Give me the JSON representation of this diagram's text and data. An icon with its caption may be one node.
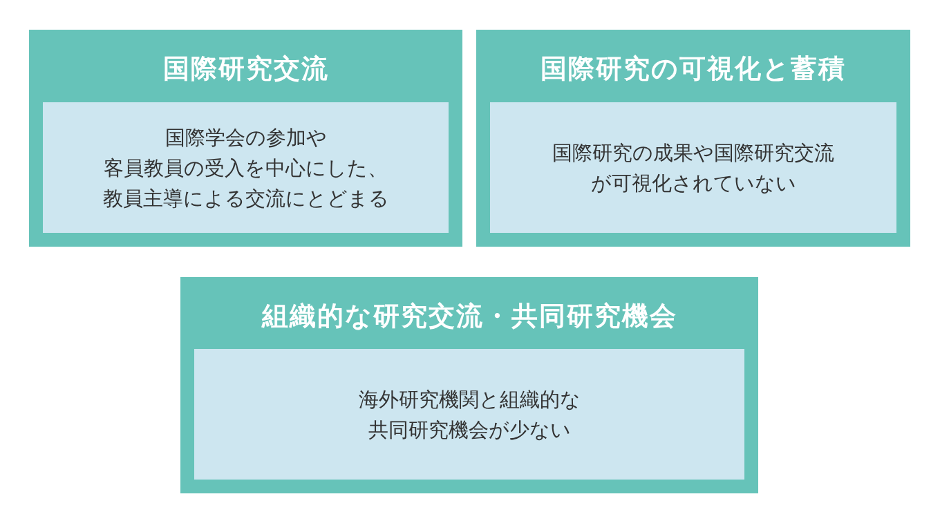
{
  "diagram": {
    "nodes": [
      {
        "text": [
          "国際研究交流"
        ]
      },
      {
        "text": [
          "国際学会の参加や客員教員の受入を中心にした、教員主導による交流にとどまる"
        ],
        "in": 0
      },
      {
        "text": [
          "国際研究の可視化と蓄積"
        ]
      },
      {
        "text": [
          "国際研究の成果や国際研究交流が可視化されていない"
        ],
        "in": 2
      },
      {
        "text": [
          "組織的な研究交流・共同研究機会"
        ]
      },
      {
        "text": [
          "海外研究機関と組織的な共同研究機会が少ない"
        ],
        "in": 4
      }
    ]
  }
}
